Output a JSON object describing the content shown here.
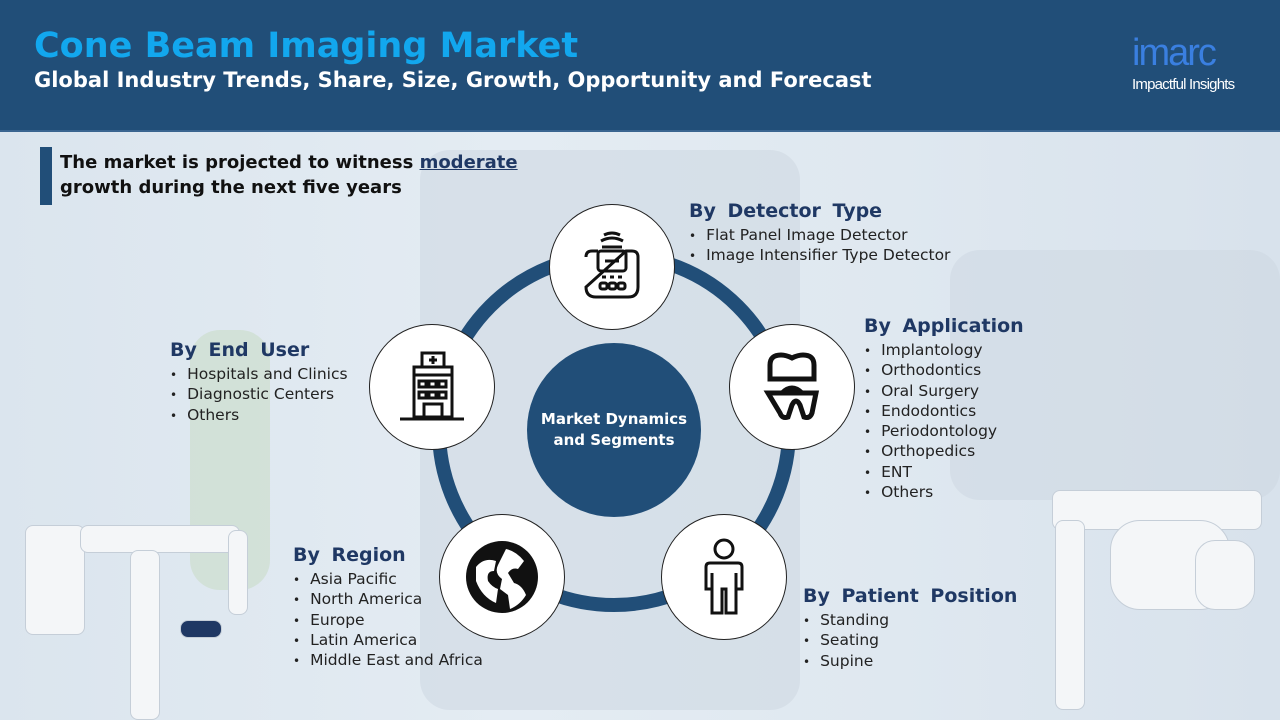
{
  "header": {
    "title": "Cone Beam Imaging Market",
    "subtitle": "Global Industry Trends, Share, Size, Growth, Opportunity and Forecast"
  },
  "logo": {
    "brand": "imarc",
    "tagline": "Impactful Insights"
  },
  "tagline": {
    "before": "The market is projected to witness ",
    "highlight": "moderate",
    "after": "growth during the next five years"
  },
  "center": {
    "line1": "Market Dynamics",
    "line2": "and Segments"
  },
  "segments": {
    "detector": {
      "title": "By  Detector Type",
      "items": [
        "Flat Panel Image Detector",
        "Image Intensifier Type Detector"
      ],
      "icon": "detector-icon"
    },
    "application": {
      "title": "By  Application",
      "items": [
        "Implantology",
        "Orthodontics",
        "Oral Surgery",
        "Endodontics",
        "Periodontology",
        "Orthopedics",
        "ENT",
        "Others"
      ],
      "icon": "tooth-crown-icon"
    },
    "end_user": {
      "title": "By  End User",
      "items": [
        "Hospitals and Clinics",
        "Diagnostic Centers",
        "Others"
      ],
      "icon": "hospital-icon"
    },
    "region": {
      "title": "By  Region",
      "items": [
        "Asia Pacific",
        "North America",
        "Europe",
        "Latin America",
        "Middle East and Africa"
      ],
      "icon": "globe-icon"
    },
    "patient": {
      "title": "By  Patient Position",
      "items": [
        "Standing",
        "Seating",
        "Supine"
      ],
      "icon": "person-icon"
    }
  },
  "colors": {
    "header": "#214e78",
    "title": "#12a7ee",
    "heading": "#1f3864"
  }
}
